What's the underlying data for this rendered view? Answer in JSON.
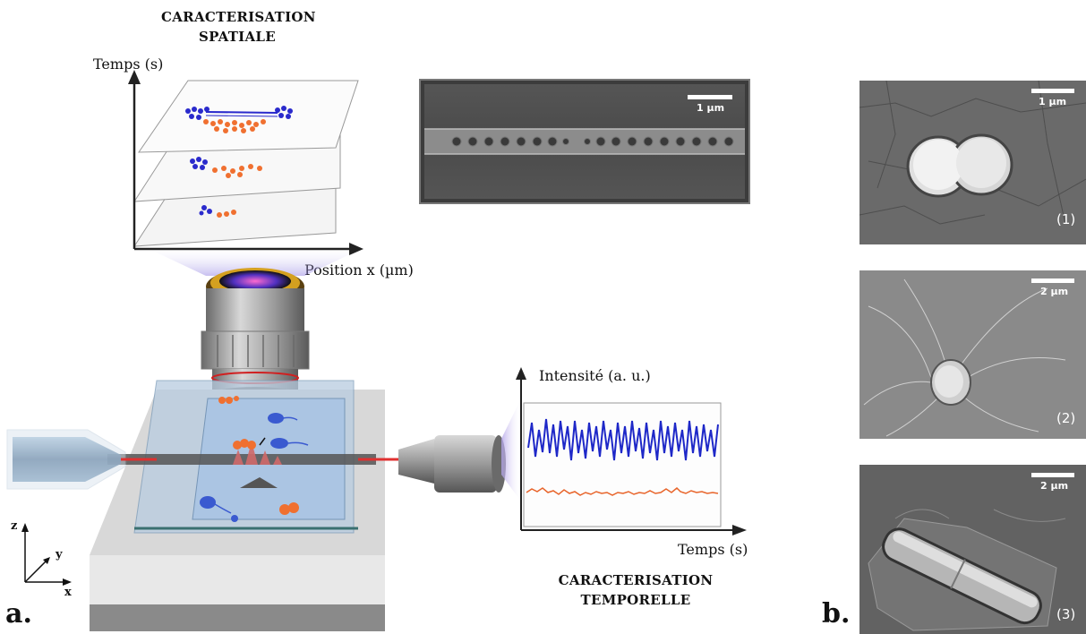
{
  "panel_a": {
    "letter": "a.",
    "spatial": {
      "title_line1": "CARACTERISATION",
      "title_line2": "SPATIALE",
      "y_axis_label": "Temps (s)",
      "x_axis_label": "Position x (µm)"
    },
    "temporal": {
      "title_line1": "CARACTERISATION",
      "title_line2": "TEMPORELLE",
      "y_axis_label": "Intensité (a. u.)",
      "x_axis_label": "Temps (s)"
    },
    "sem_inset": {
      "scale_label": "1 µm"
    },
    "coordinate_axes": {
      "z": "z",
      "y": "y",
      "x": "x"
    },
    "colors": {
      "blue": "#2a2acc",
      "orange": "#f07030",
      "laser": "#e03030",
      "chip": "#b8cce0"
    }
  },
  "panel_b": {
    "letter": "b.",
    "images": [
      {
        "scale_label": "1 µm",
        "index_label": "(1)"
      },
      {
        "scale_label": "2 µm",
        "index_label": "(2)"
      },
      {
        "scale_label": "2 µm",
        "index_label": "(3)"
      }
    ]
  }
}
